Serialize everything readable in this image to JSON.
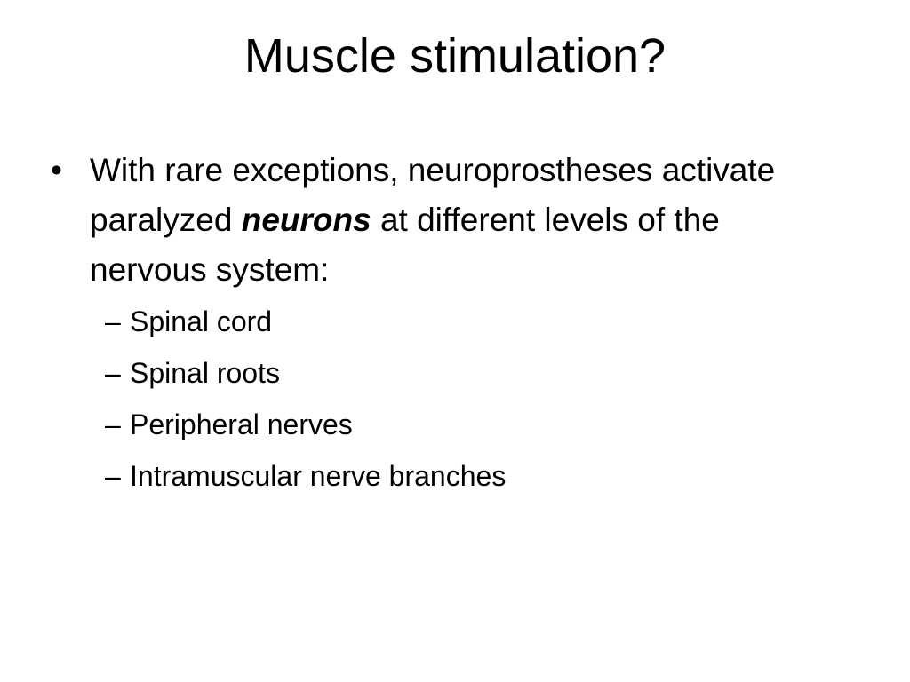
{
  "slide": {
    "title": "Muscle stimulation?",
    "bullet": {
      "marker": "•",
      "text_before": "With rare exceptions, neuroprostheses activate paralyzed ",
      "emphasis": "neurons",
      "text_after": " at different levels of the nervous system:"
    },
    "sub_marker": "–",
    "subitems": [
      "Spinal cord",
      "Spinal roots",
      "Peripheral nerves",
      "Intramuscular nerve branches"
    ]
  }
}
